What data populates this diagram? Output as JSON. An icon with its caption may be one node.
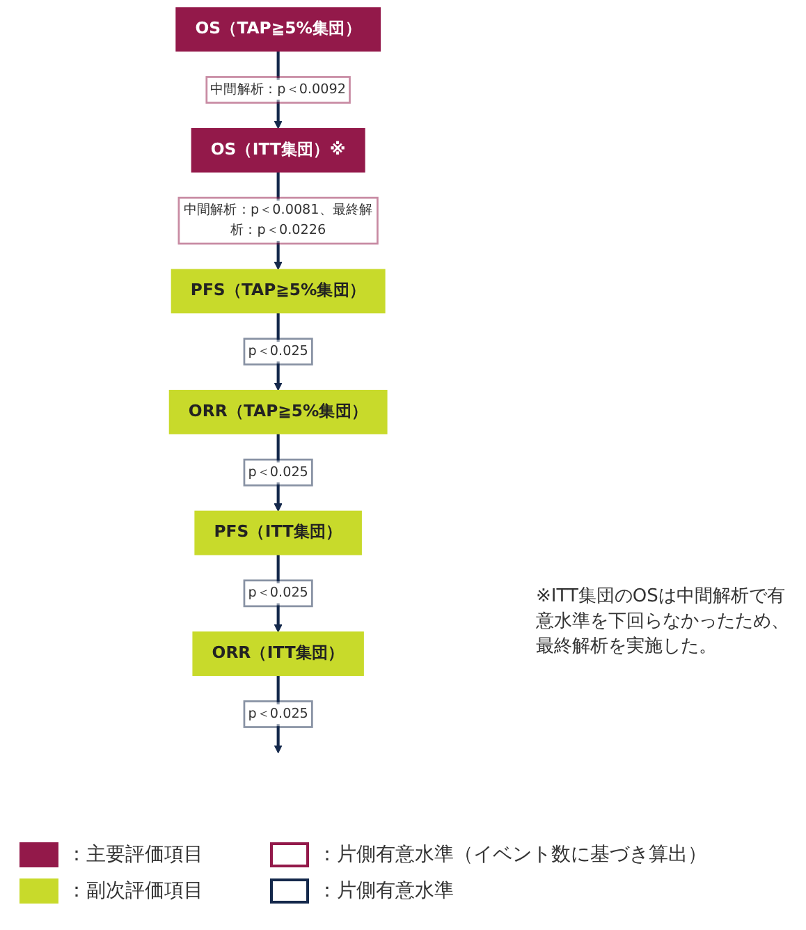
{
  "diagram": {
    "nodes": [
      {
        "text": [
          "OS（TAP≧5%集団）"
        ]
      },
      {
        "text": [
          "OS（ITT集団）※"
        ]
      },
      {
        "text": [
          "PFS（TAP≧5%集団）"
        ]
      },
      {
        "text": [
          "ORR（TAP≧5%集団）"
        ]
      },
      {
        "text": [
          "PFS（ITT集団）"
        ]
      },
      {
        "text": [
          "ORR（ITT集団）"
        ]
      }
    ],
    "edges": [
      {
        "from": 0,
        "to": 1,
        "arrow": "to",
        "label": "中間解析：p＜0.0092"
      },
      {
        "from": 1,
        "to": 2,
        "arrow": "to",
        "label": "中間解析：p＜0.0081、最終解析：p＜0.0226"
      },
      {
        "from": 2,
        "to": 3,
        "arrow": "to",
        "label": "p＜0.025"
      },
      {
        "from": 3,
        "to": 4,
        "arrow": "to",
        "label": "p＜0.025"
      },
      {
        "from": 4,
        "to": 5,
        "arrow": "to",
        "label": "p＜0.025"
      },
      {
        "from": 5,
        "to": null,
        "arrow": "to",
        "label": "p＜0.025"
      }
    ],
    "labels": [
      "※ITT集団のOSは中間解析で有意水準を下回らなかったため、最終解析を実施した。"
    ],
    "legend": [
      {
        "text": "：主要評価項目",
        "color": "#93194a"
      },
      {
        "text": "：片側有意水準（イベント数に基づき算出）"
      },
      {
        "text": "：副次評価項目",
        "color": "#c8da2b"
      },
      {
        "text": "：片側有意水準"
      }
    ]
  }
}
